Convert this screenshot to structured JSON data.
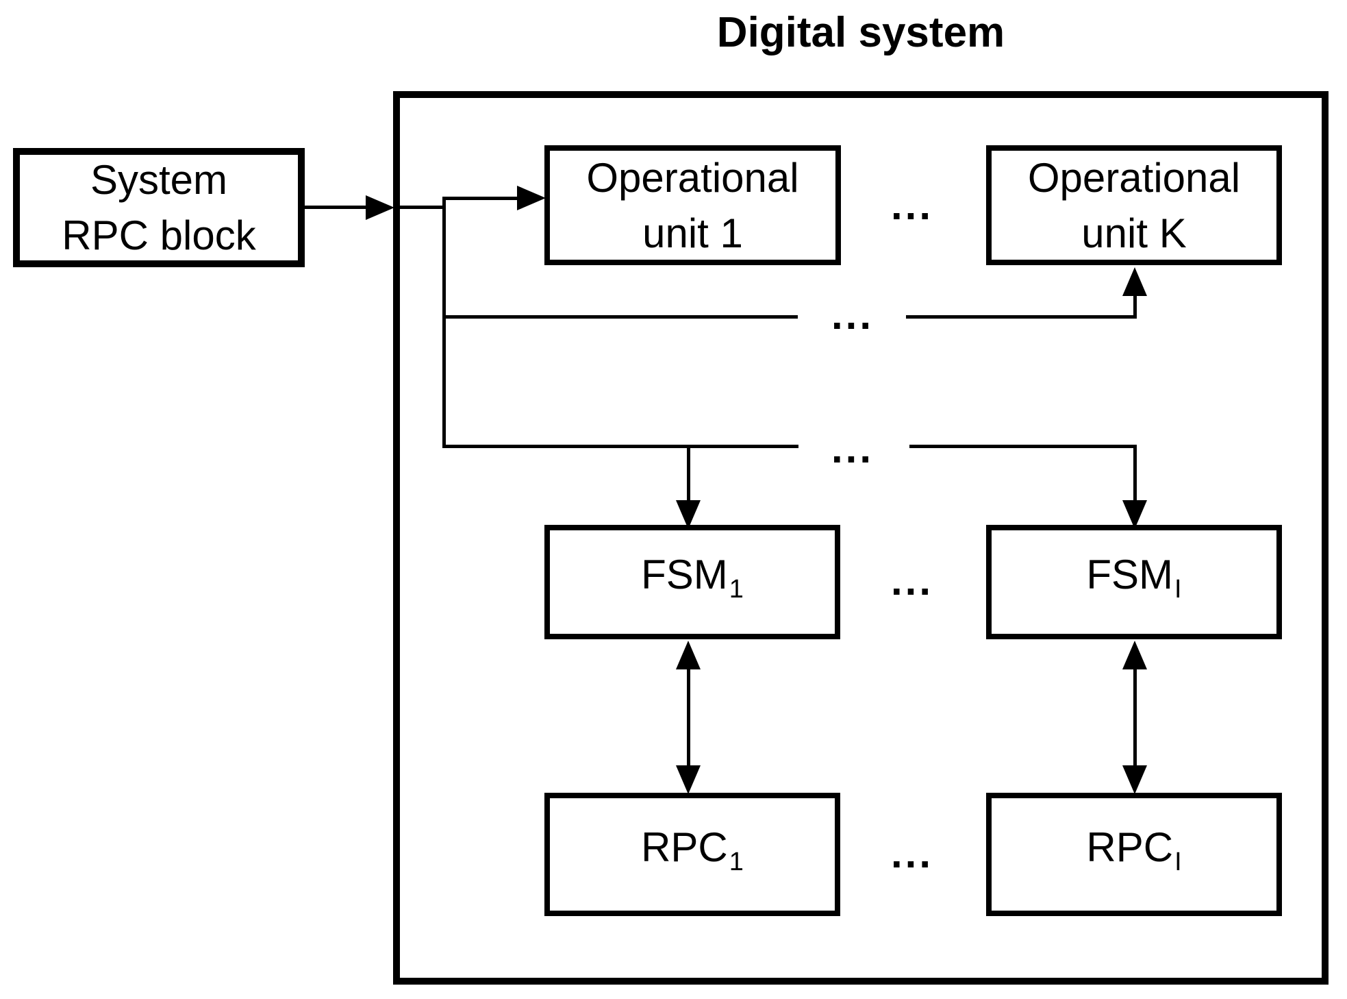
{
  "title": "Digital system",
  "colors": {
    "ink": "#000000",
    "background": "#ffffff"
  },
  "blocks": {
    "system_rpc": {
      "line1": "System",
      "line2": "RPC block"
    },
    "op_unit_1": {
      "line1": "Operational",
      "line2": "unit 1"
    },
    "op_unit_k": {
      "line1": "Operational",
      "line2": "unit K"
    },
    "fsm_1": {
      "main": "FSM",
      "sub": "1"
    },
    "fsm_i": {
      "main": "FSM",
      "sub": "I"
    },
    "rpc_1": {
      "main": "RPC",
      "sub": "1"
    },
    "rpc_i": {
      "main": "RPC",
      "sub": "I"
    }
  },
  "ellipsis": {
    "between_op_units": "...",
    "between_fsm": "...",
    "between_rpc": "...",
    "bus_line_1": "...",
    "bus_line_2": "..."
  }
}
